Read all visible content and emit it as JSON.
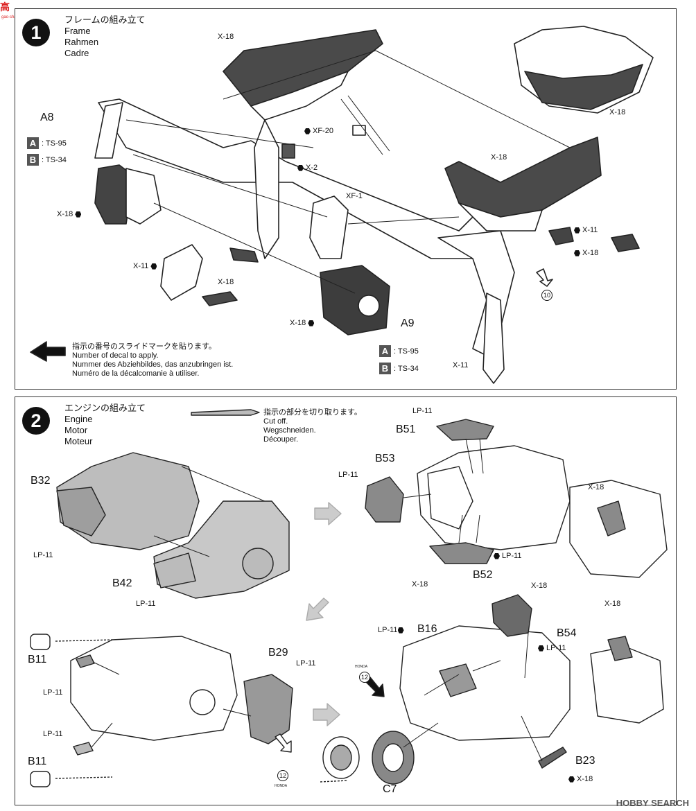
{
  "watermark_top": {
    "text": "高",
    "sub": "gao-shan.com"
  },
  "watermark_bottom": "HOBBY SEARCH",
  "step1": {
    "number": "1",
    "title": [
      "フレームの組み立て",
      "Frame",
      "Rahmen",
      "Cadre"
    ],
    "parts": {
      "a8": "A8",
      "a9": "A9"
    },
    "paints": [
      {
        "box": "A",
        "code": ": TS-95"
      },
      {
        "box": "B",
        "code": ": TS-34"
      }
    ],
    "paints_a9": [
      {
        "box": "A",
        "code": ": TS-95"
      },
      {
        "box": "B",
        "code": ": TS-34"
      }
    ],
    "callouts": {
      "x18_top": "X-18",
      "x18_tr": "X-18",
      "xf20": "XF-20",
      "x2": "X-2",
      "x18_seat": "X-18",
      "xf1": "XF-1",
      "x18_left": "X-18",
      "x11_right": "X-11",
      "x18_right": "X-18",
      "x11_left": "X-11",
      "x18_mid": "X-18",
      "x18_bottom": "X-18",
      "x11_bottom": "X-11"
    },
    "ref_marker": "10",
    "notice": [
      "指示の番号のスライドマークを貼ります。",
      "Number of decal to apply.",
      "Nummer des Abziehbildes, das anzubringen ist.",
      "Numéro de la décalcomanie à utiliser."
    ]
  },
  "step2": {
    "number": "2",
    "title": [
      "エンジンの組み立て",
      "Engine",
      "Motor",
      "Moteur"
    ],
    "cutoff": [
      "指示の部分を切り取ります。",
      "Cut off.",
      "Wegschneiden.",
      "Découper."
    ],
    "parts": {
      "b32": "B32",
      "b42": "B42",
      "b51": "B51",
      "b53": "B53",
      "b52": "B52",
      "b11a": "B11",
      "b11b": "B11",
      "b29": "B29",
      "b16": "B16",
      "b54": "B54",
      "b23": "B23",
      "c7": "C7"
    },
    "callouts": {
      "lp11_b32": "LP-11",
      "lp11_b42": "LP-11",
      "lp11_b51": "LP-11",
      "lp11_b53": "LP-11",
      "lp11_b52": "LP-11",
      "x18_b52": "X-18",
      "x18_r1": "X-18",
      "x18_r2": "X-18",
      "lp11_b11a": "LP-11",
      "lp11_b11b": "LP-11",
      "lp11_b29": "LP-11",
      "lp11_b16": "LP-11",
      "x18_b54": "X-18",
      "lp11_b54": "LP-11",
      "x18_b23": "X-18"
    },
    "ref_marker": "12",
    "honda": "HONDA"
  }
}
